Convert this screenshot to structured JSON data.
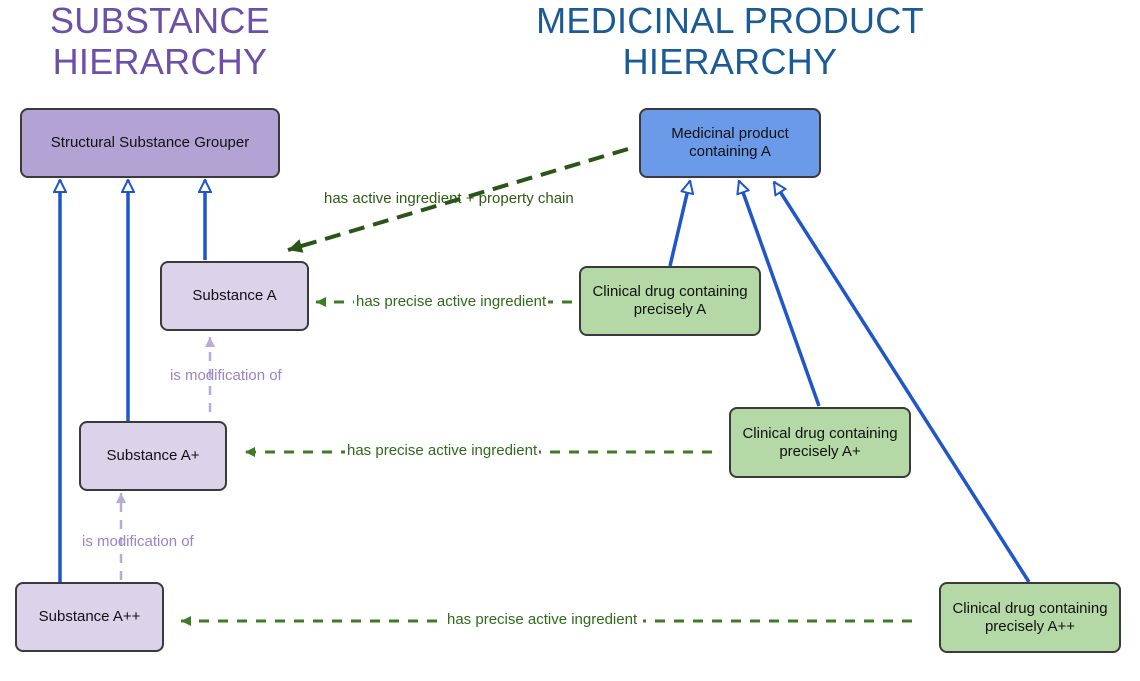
{
  "titles": {
    "substance": "SUBSTANCE HIERARCHY",
    "medicinal": "MEDICINAL PRODUCT HIERARCHY"
  },
  "nodes": {
    "structural_grouper": "Structural Substance Grouper",
    "substance_a": "Substance A",
    "substance_a_plus": "Substance A+",
    "substance_a_plusplus": "Substance A++",
    "medicinal_product": "Medicinal product containing A",
    "clinical_a": "Clinical drug containing precisely A",
    "clinical_a_plus": "Clinical drug containing precisely A+",
    "clinical_a_plusplus": "Clinical drug containing precisely A++"
  },
  "edge_labels": {
    "property_chain": "has active ingredient + property chain",
    "precise_a": "has precise active ingredient",
    "precise_a_plus": "has precise active ingredient",
    "precise_a_plusplus": "has precise active ingredient",
    "modification_a_plus": "is modification of",
    "modification_a_plusplus": "is modification of"
  },
  "colors": {
    "is_a": "#1f56c9",
    "precise": "#3f7a25",
    "property_chain": "#2a5518",
    "modification": "#b8aadb"
  }
}
